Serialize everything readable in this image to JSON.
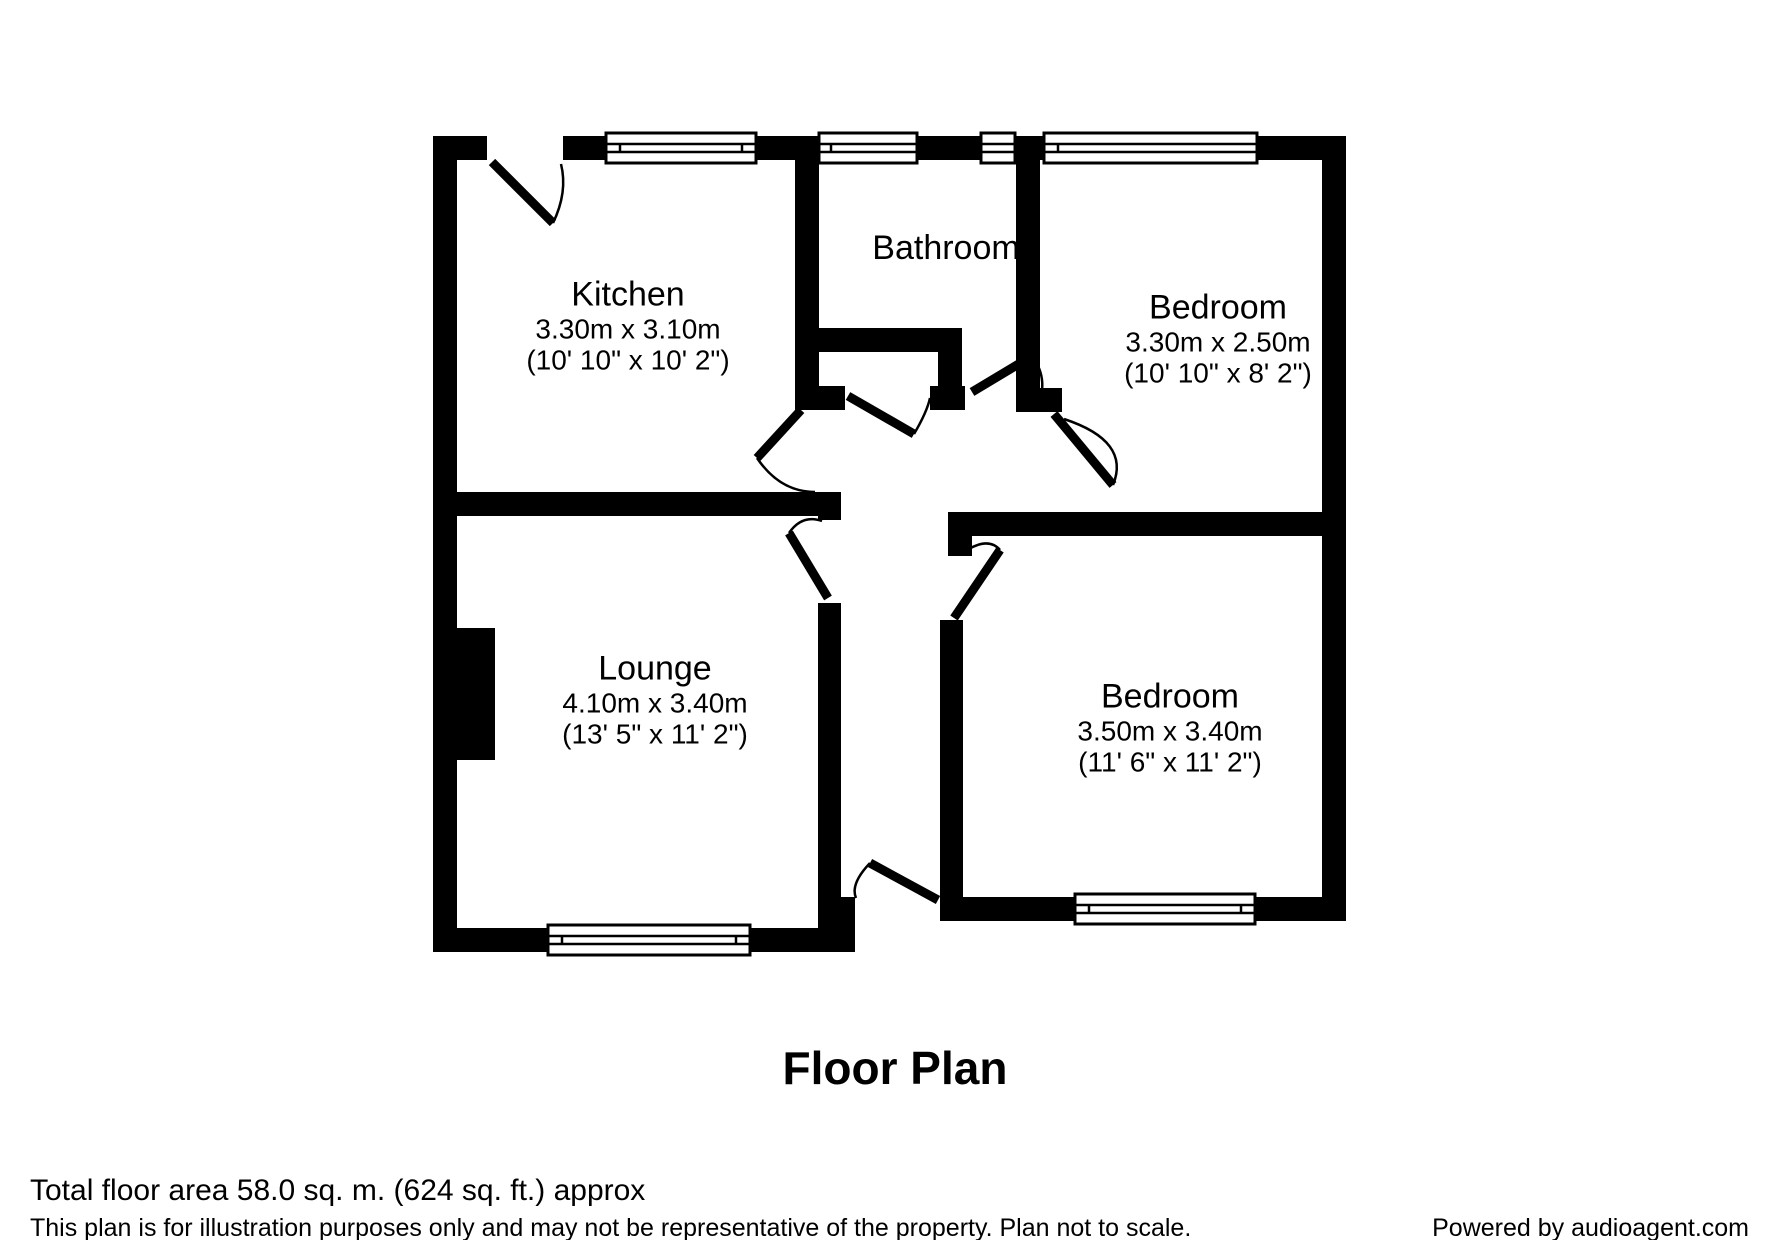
{
  "title": "Floor Plan",
  "rooms": [
    {
      "name": "Kitchen",
      "metric": "3.30m x 3.10m",
      "imperial": "(10' 10\" x 10' 2\")"
    },
    {
      "name": "Bathroom",
      "metric": "",
      "imperial": ""
    },
    {
      "name": "Bedroom",
      "metric": "3.30m x 2.50m",
      "imperial": "(10' 10\" x 8' 2\")"
    },
    {
      "name": "Lounge",
      "metric": "4.10m x 3.40m",
      "imperial": "(13' 5\" x 11' 2\")"
    },
    {
      "name": "Bedroom",
      "metric": "3.50m x 3.40m",
      "imperial": "(11' 6\" x 11' 2\")"
    }
  ],
  "footer": {
    "total_area": "Total floor area 58.0 sq. m. (624 sq. ft.) approx",
    "disclaimer": "This plan is for illustration purposes only and may not be representative of the property. Plan not to scale.",
    "credit": "Powered by audioagent.com"
  },
  "colors": {
    "wall": "#000000",
    "background": "#ffffff"
  }
}
